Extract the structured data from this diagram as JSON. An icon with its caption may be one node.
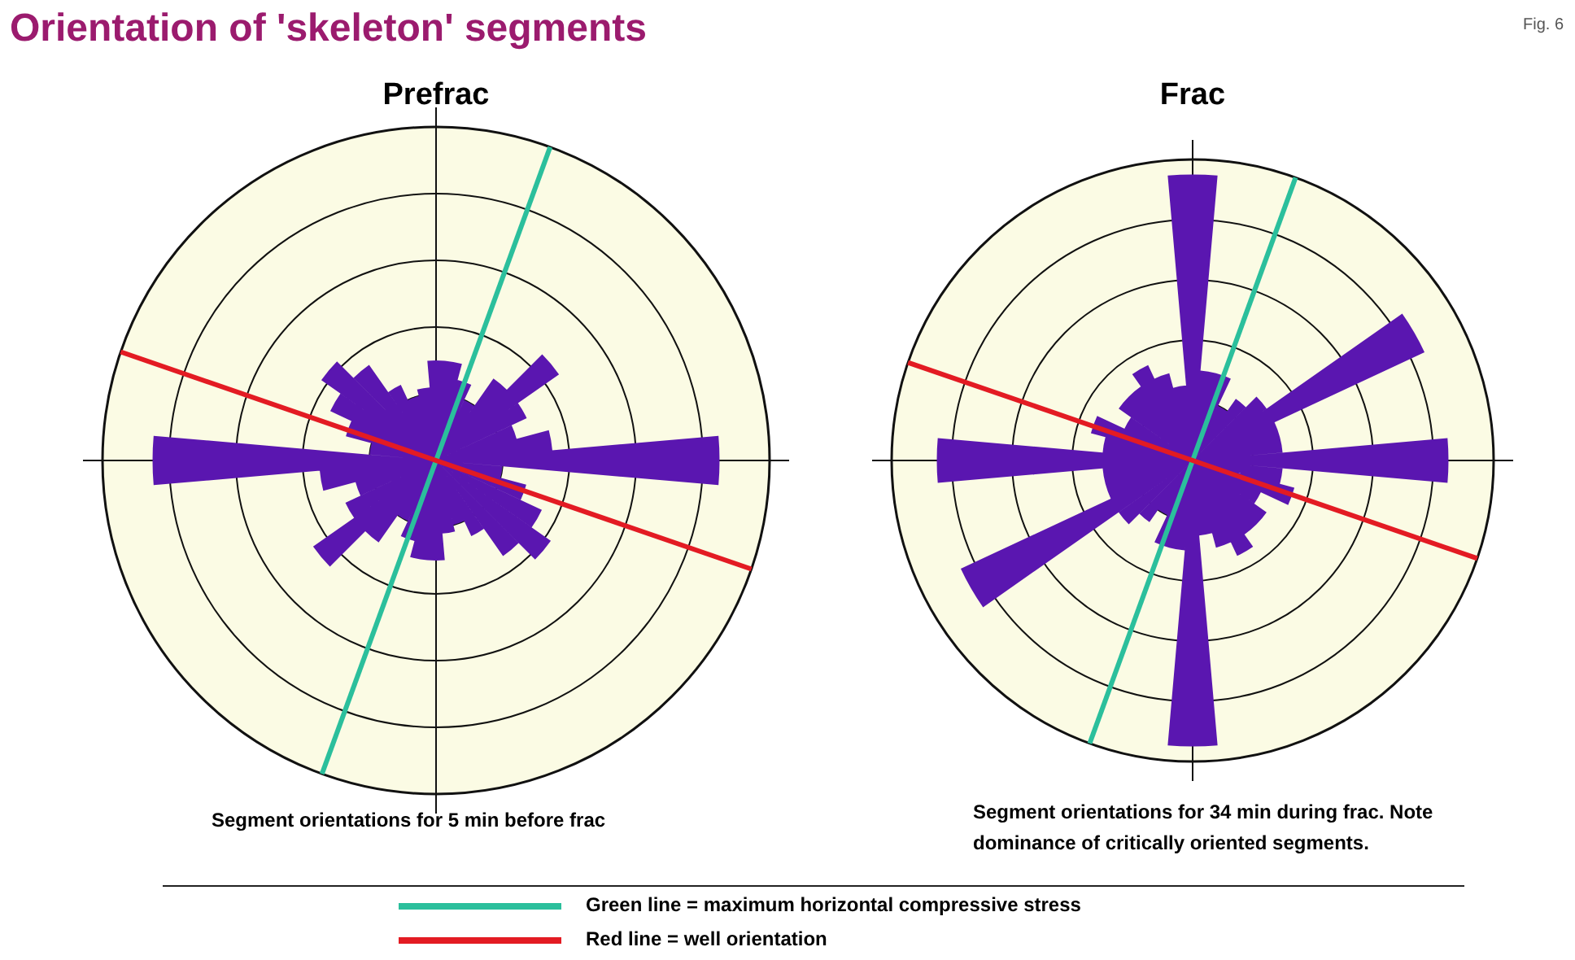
{
  "diagram": {
    "title": "Orientation of 'skeleton' segments",
    "labels": [
      "Fig. 6",
      "Prefrac",
      "Frac",
      "Segment orientations for 5 min before frac",
      "Segment orientations for 34 min during frac. Note dominance of critically oriented segments."
    ],
    "legend": [
      {
        "text": "Green line = maximum horizontal compressive stress"
      },
      {
        "text": "Red line = well orientation"
      }
    ]
  }
}
